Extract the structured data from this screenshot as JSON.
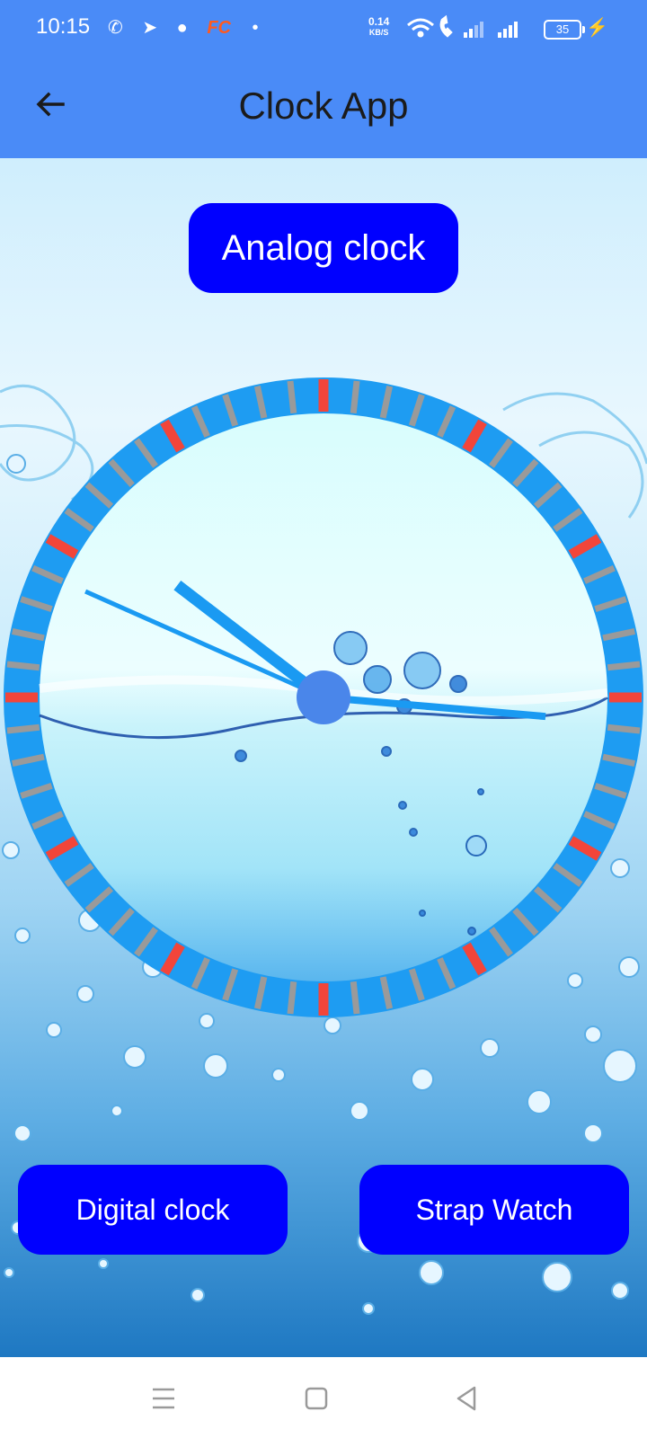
{
  "status_bar": {
    "time": "10:15",
    "left_icons": [
      "whatsapp-icon",
      "telegram-icon",
      "location-icon",
      "fc-app-icon",
      "dot"
    ],
    "fc_label": "FC",
    "net_speed_value": "0.14",
    "net_speed_unit": "KB/S",
    "battery_level": "35"
  },
  "app_bar": {
    "title": "Clock App",
    "back_icon": "arrow-left-icon"
  },
  "buttons": {
    "analog": "Analog clock",
    "digital": "Digital clock",
    "strap": "Strap Watch"
  },
  "clock": {
    "hour": 10,
    "minute": 15,
    "second": 49,
    "colors": {
      "bezel": "#1e9cf2",
      "minor_tick": "#9a9a9a",
      "major_tick": "#f2453a",
      "hands": "#1a9af2",
      "center": "#4a86ea"
    }
  },
  "nav_bar": {
    "icons": [
      "menu-icon",
      "home-square-icon",
      "back-triangle-icon"
    ]
  },
  "colors": {
    "accent": "#4a8bf7",
    "button": "#0000ff"
  }
}
